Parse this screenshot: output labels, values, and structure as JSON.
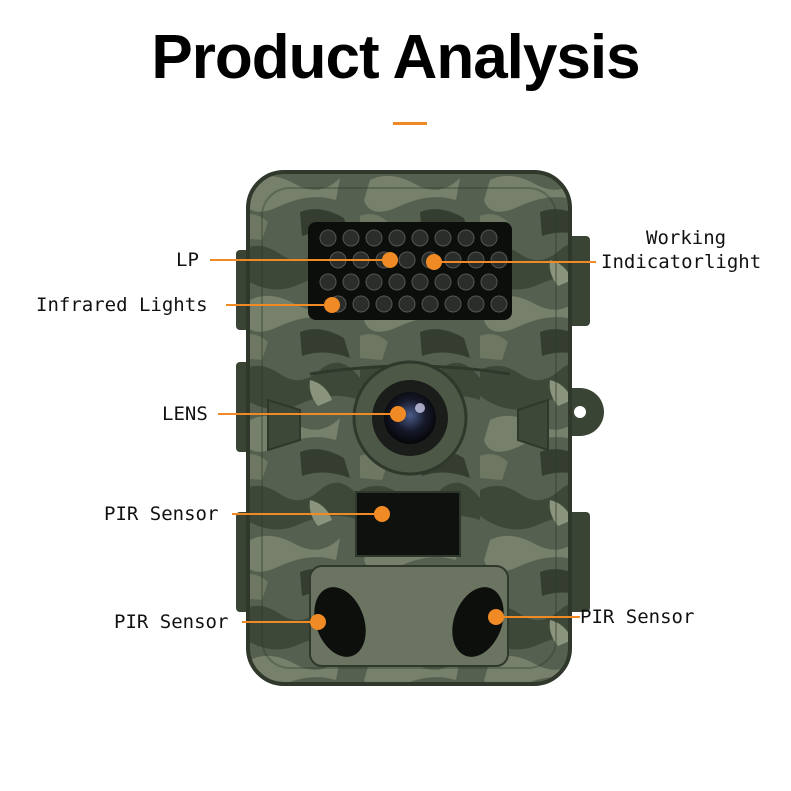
{
  "title": "Product Analysis",
  "colors": {
    "accent": "#f08a24",
    "camo_dark": "#3b4535",
    "camo_mid": "#5a6450",
    "camo_light": "#7c8570"
  },
  "labels": {
    "lp": "LP",
    "working_line1": "Working",
    "working_line2": "Indicatorlight",
    "infrared": "Infrared Lights",
    "lens": "LENS",
    "pir_center": "PIR Sensor",
    "pir_left": "PIR Sensor",
    "pir_right": "PIR Sensor"
  }
}
